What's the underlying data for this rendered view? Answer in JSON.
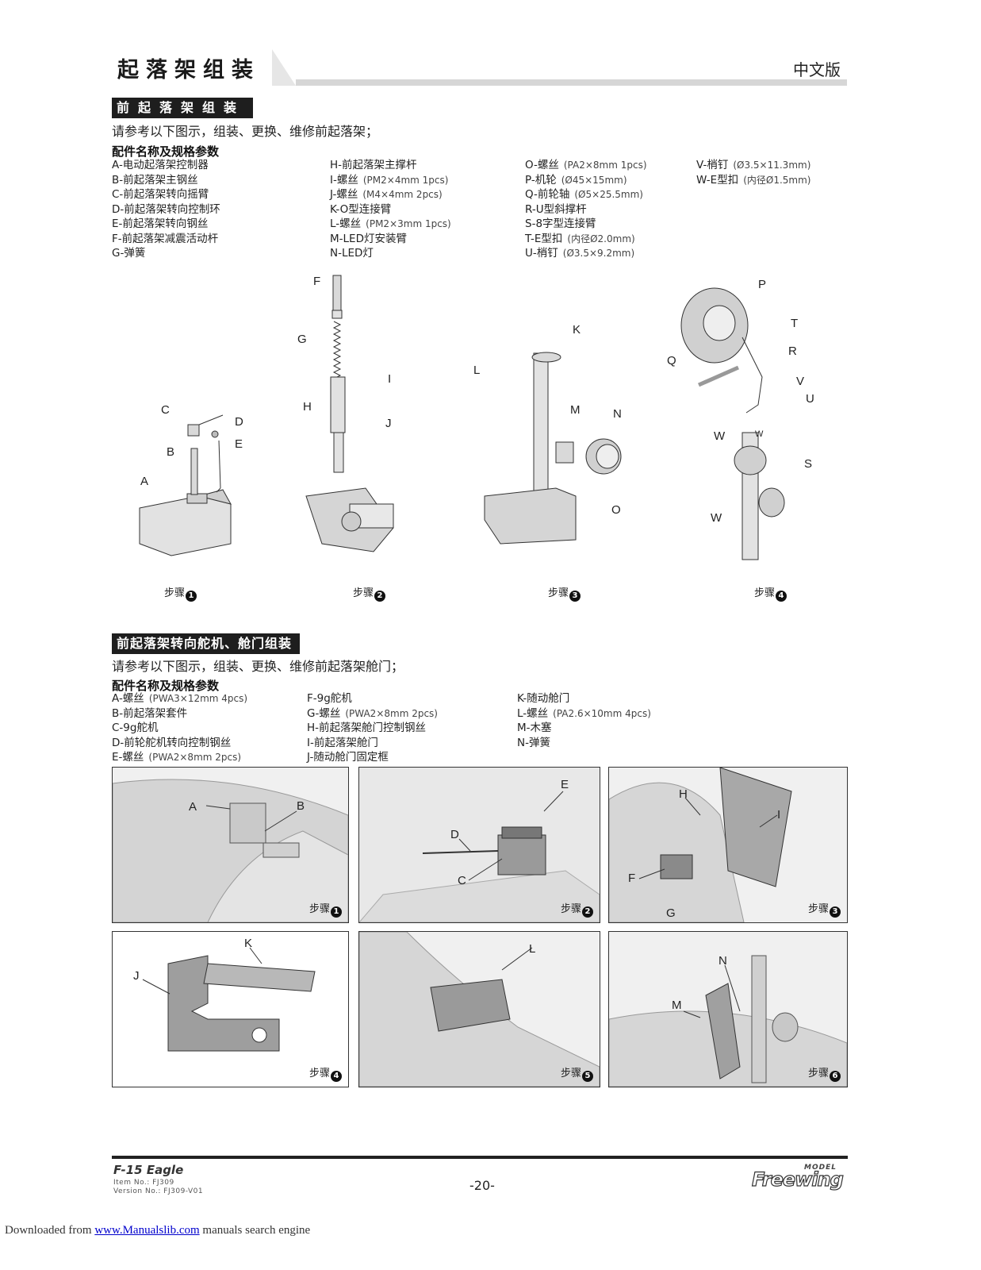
{
  "header": {
    "title": "起落架组装",
    "edition": "中文版"
  },
  "section1": {
    "heading": "前起落架组装",
    "intro": "请参考以下图示，组装、更换、维修前起落架；",
    "spec_title": "配件名称及规格参数",
    "columns": [
      [
        {
          "label": "A-电动起落架控制器",
          "spec": ""
        },
        {
          "label": "B-前起落架主钢丝",
          "spec": ""
        },
        {
          "label": "C-前起落架转向摇臂",
          "spec": ""
        },
        {
          "label": "D-前起落架转向控制环",
          "spec": ""
        },
        {
          "label": "E-前起落架转向钢丝",
          "spec": ""
        },
        {
          "label": "F-前起落架减震活动杆",
          "spec": ""
        },
        {
          "label": "G-弹簧",
          "spec": ""
        }
      ],
      [
        {
          "label": "H-前起落架主撑杆",
          "spec": ""
        },
        {
          "label": "I-螺丝",
          "spec": "(PM2×4mm 1pcs)"
        },
        {
          "label": "J-螺丝",
          "spec": "(M4×4mm 2pcs)"
        },
        {
          "label": "K-O型连接臂",
          "spec": ""
        },
        {
          "label": "L-螺丝",
          "spec": "(PM2×3mm 1pcs)"
        },
        {
          "label": "M-LED灯安装臂",
          "spec": ""
        },
        {
          "label": "N-LED灯",
          "spec": ""
        }
      ],
      [
        {
          "label": "O-螺丝",
          "spec": "(PA2×8mm 1pcs)"
        },
        {
          "label": "P-机轮",
          "spec": "(Ø45×15mm)"
        },
        {
          "label": "Q-前轮轴",
          "spec": "(Ø5×25.5mm)"
        },
        {
          "label": "R-U型斜撑杆",
          "spec": ""
        },
        {
          "label": "S-8字型连接臂",
          "spec": ""
        },
        {
          "label": "T-E型扣",
          "spec": "(内径Ø2.0mm)"
        },
        {
          "label": "U-梢钉",
          "spec": "(Ø3.5×9.2mm)"
        }
      ],
      [
        {
          "label": "V-梢钉",
          "spec": "(Ø3.5×11.3mm)"
        },
        {
          "label": "W-E型扣",
          "spec": "(内径Ø1.5mm)"
        }
      ]
    ],
    "steps": [
      "步骤",
      "步骤",
      "步骤",
      "步骤"
    ],
    "step_numbers": [
      "1",
      "2",
      "3",
      "4"
    ],
    "callouts": {
      "s1": [
        "C",
        "D",
        "B",
        "E",
        "A"
      ],
      "s2": [
        "F",
        "G",
        "I",
        "H",
        "J"
      ],
      "s3": [
        "K",
        "L",
        "M",
        "N",
        "O"
      ],
      "s4": [
        "P",
        "T",
        "R",
        "Q",
        "V",
        "U",
        "W",
        "W",
        "S",
        "W"
      ]
    }
  },
  "section2": {
    "heading": "前起落架转向舵机、舱门组装",
    "intro": "请参考以下图示，组装、更换、维修前起落架舱门；",
    "spec_title": "配件名称及规格参数",
    "columns": [
      [
        {
          "label": "A-螺丝",
          "spec": "(PWA3×12mm 4pcs)"
        },
        {
          "label": "B-前起落架套件",
          "spec": ""
        },
        {
          "label": "C-9g舵机",
          "spec": ""
        },
        {
          "label": "D-前轮舵机转向控制钢丝",
          "spec": ""
        },
        {
          "label": "E-螺丝",
          "spec": "(PWA2×8mm 2pcs)"
        }
      ],
      [
        {
          "label": "F-9g舵机",
          "spec": ""
        },
        {
          "label": "G-螺丝",
          "spec": "(PWA2×8mm 2pcs)"
        },
        {
          "label": "H-前起落架舱门控制钢丝",
          "spec": ""
        },
        {
          "label": "I-前起落架舱门",
          "spec": ""
        },
        {
          "label": "J-随动舱门固定框",
          "spec": ""
        }
      ],
      [
        {
          "label": "K-随动舱门",
          "spec": ""
        },
        {
          "label": "L-螺丝",
          "spec": "(PA2.6×10mm 4pcs)"
        },
        {
          "label": "M-木塞",
          "spec": ""
        },
        {
          "label": "N-弹簧",
          "spec": ""
        }
      ]
    ],
    "panels": [
      {
        "step": "步骤",
        "num": "1",
        "callouts": [
          "A",
          "B"
        ]
      },
      {
        "step": "步骤",
        "num": "2",
        "callouts": [
          "E",
          "D",
          "C"
        ]
      },
      {
        "step": "步骤",
        "num": "3",
        "callouts": [
          "H",
          "I",
          "F",
          "G"
        ]
      },
      {
        "step": "步骤",
        "num": "4",
        "callouts": [
          "K",
          "J"
        ]
      },
      {
        "step": "步骤",
        "num": "5",
        "callouts": [
          "L"
        ]
      },
      {
        "step": "步骤",
        "num": "6",
        "callouts": [
          "N",
          "M"
        ]
      }
    ]
  },
  "footer": {
    "model": "F-15 Eagle",
    "item_no": "Item No.: FJ309",
    "version_no": "Version No.: FJ309-V01",
    "page": "-20-",
    "brand": "Freewing",
    "brand_sub": "MODEL"
  },
  "download": {
    "prefix": "Downloaded from ",
    "link": "www.Manualslib.com",
    "suffix": " manuals search engine"
  }
}
